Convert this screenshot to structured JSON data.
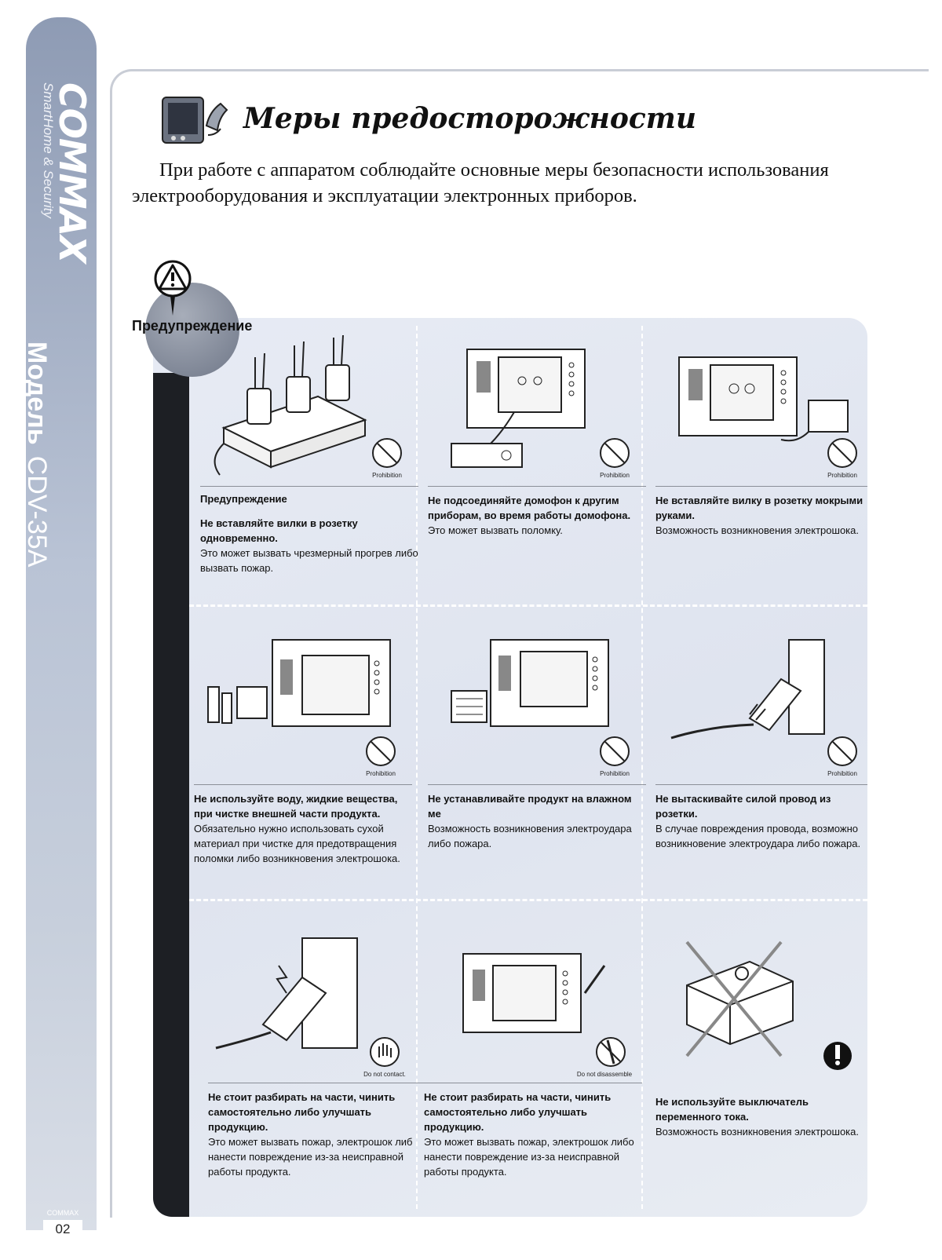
{
  "sidebar": {
    "brand": "COMMAX",
    "tagline": "SmartHome & Security",
    "model_label": "Модель",
    "model_value": "CDV-35A",
    "footer_brand": "COMMAX",
    "page_number": "02"
  },
  "header": {
    "title": "Меры предосторожности",
    "intro": "При работе с аппаратом соблюдайте основные меры безопасности использования электрооборудования и эксплуатации электронных приборов."
  },
  "warning_badge": {
    "label": "Предупреждение"
  },
  "cells": [
    {
      "symbol": "Prohibition",
      "pre": "Предупреждение",
      "head": "Не вставляйте вилки в розетку одновременно.",
      "body": "Это может вызвать чрезмерный прогрев либо вызвать пожар."
    },
    {
      "symbol": "Prohibition",
      "head": "Не подсоединяйте домофон к другим приборам, во время работы домофона.",
      "body": "Это может вызвать поломку."
    },
    {
      "symbol": "Prohibition",
      "head": "Не вставляйте вилку в розетку мокрыми руками.",
      "body": "Возможность возникновения электрошока."
    },
    {
      "symbol": "Prohibition",
      "head": "Не используйте воду, жидкие вещества, при чистке внешней части продукта.",
      "body": "Обязательно нужно использовать сухой материал при чистке для предотвращения поломки либо возникновения электрошока."
    },
    {
      "symbol": "Prohibition",
      "head": "Не устанавливайте продукт на влажном ме",
      "body": "Возможность возникновения электроудара либо пожара."
    },
    {
      "symbol": "Prohibition",
      "head": "Не вытаскивайте силой провод из розетки.",
      "body": "В случае повреждения провода, возможно возникновение электроудара либо пожара."
    },
    {
      "symbol": "Do not contact.",
      "head": "Не стоит разбирать на части, чинить самостоятельно либо улучшать продукцию.",
      "body": "Это может вызвать пожар, электрошок либ нанести повреждение из-за неисправной работы продукта."
    },
    {
      "symbol": "Do not disassemble",
      "head": "Не стоит разбирать на части, чинить самостоятельно либо улучшать продукцию.",
      "body": "Это может вызвать пожар, электрошок либо нанести повреждение из-за неисправной работы продукта."
    },
    {
      "symbol": "",
      "head": "Не используйте выключатель переменного тока.",
      "body": "Возможность возникновения электрошока."
    }
  ]
}
